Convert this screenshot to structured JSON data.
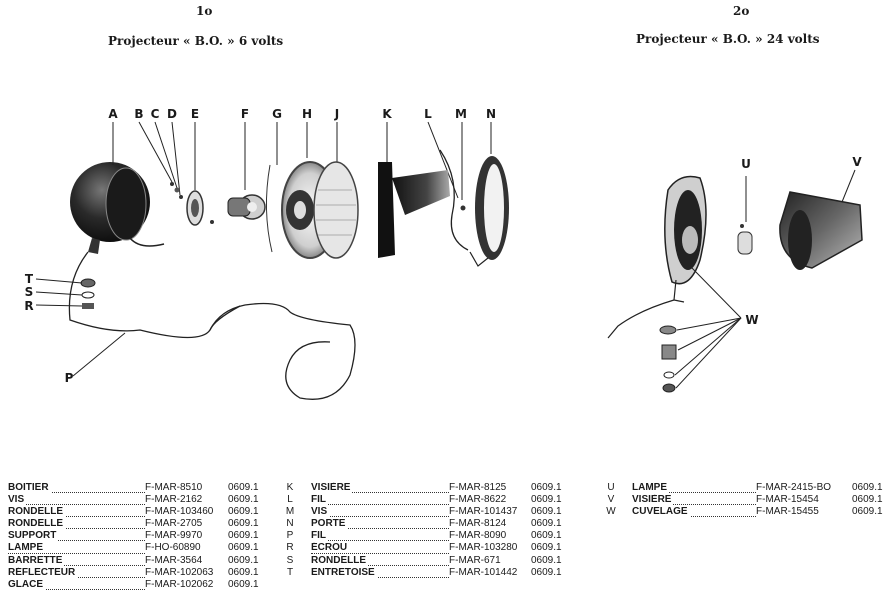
{
  "section1": {
    "number": "1o",
    "title": "Projecteur « B.O. » 6 volts"
  },
  "section2": {
    "number": "2o",
    "title": "Projecteur « B.O. » 24 volts"
  },
  "labels1_top": [
    "A",
    "B",
    "C",
    "D",
    "E",
    "F",
    "G",
    "H",
    "J",
    "K",
    "L",
    "M",
    "N"
  ],
  "labels1_side": [
    "T",
    "S",
    "R",
    "P"
  ],
  "labels2": [
    "U",
    "V",
    "W"
  ],
  "parts_left": [
    {
      "key": "",
      "name": "BOITIER",
      "ref": "F-MAR-8510",
      "code": "0609.1"
    },
    {
      "key": "",
      "name": "VIS",
      "ref": "F-MAR-2162",
      "code": "0609.1"
    },
    {
      "key": "",
      "name": "RONDELLE",
      "ref": "F-MAR-103460",
      "code": "0609.1"
    },
    {
      "key": "",
      "name": "RONDELLE",
      "ref": "F-MAR-2705",
      "code": "0609.1"
    },
    {
      "key": "",
      "name": "SUPPORT",
      "ref": "F-MAR-9970",
      "code": "0609.1"
    },
    {
      "key": "",
      "name": "LAMPE",
      "ref": "F-HO-60890",
      "code": "0609.1"
    },
    {
      "key": "",
      "name": "BARRETTE",
      "ref": "F-MAR-3564",
      "code": "0609.1"
    },
    {
      "key": "",
      "name": "RÉFLECTEUR",
      "ref": "F-MAR-102063",
      "code": "0609.1"
    },
    {
      "key": "",
      "name": "GLACE",
      "ref": "F-MAR-102062",
      "code": "0609.1"
    }
  ],
  "parts_mid": [
    {
      "key": "K",
      "name": "VISIÈRE",
      "ref": "F-MAR-8125",
      "code": "0609.1"
    },
    {
      "key": "L",
      "name": "FIL",
      "ref": "F-MAR-8622",
      "code": "0609.1"
    },
    {
      "key": "M",
      "name": "VIS",
      "ref": "F-MAR-101437",
      "code": "0609.1"
    },
    {
      "key": "N",
      "name": "PORTE",
      "ref": "F-MAR-8124",
      "code": "0609.1"
    },
    {
      "key": "P",
      "name": "FIL",
      "ref": "F-MAR-8090",
      "code": "0609.1"
    },
    {
      "key": "R",
      "name": "ÉCROU",
      "ref": "F-MAR-103280",
      "code": "0609.1"
    },
    {
      "key": "S",
      "name": "RONDELLE",
      "ref": "F-MAR-671",
      "code": "0609.1"
    },
    {
      "key": "T",
      "name": "ENTRETOISE",
      "ref": "F-MAR-101442",
      "code": "0609.1"
    }
  ],
  "parts_right": [
    {
      "key": "U",
      "name": "LAMPE",
      "ref": "F-MAR-2415-BO",
      "code": "0609.1"
    },
    {
      "key": "V",
      "name": "VISIÈRE",
      "ref": "F-MAR-15454",
      "code": "0609.1"
    },
    {
      "key": "W",
      "name": "CUVELAGE",
      "ref": "F-MAR-15455",
      "code": "0609.1"
    }
  ]
}
